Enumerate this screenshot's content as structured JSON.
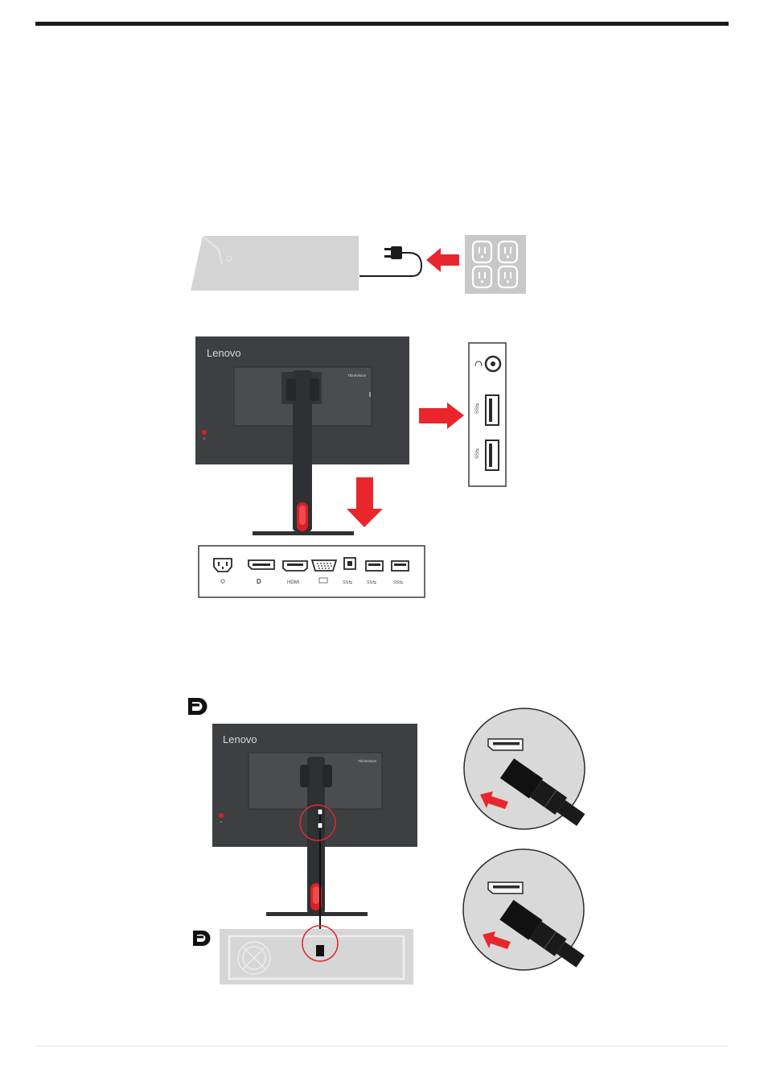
{
  "figure_power": {
    "outlet_grid": {
      "rows": 2,
      "cols": 2
    }
  },
  "figure_ports": {
    "brand_logo": "Lenovo",
    "sub_brand_logo": "ThinkVision",
    "port_labels": [
      "HDMI"
    ],
    "colors": {
      "arrow": "#e8262b",
      "cable_highlight": "#d8202a",
      "monitor": "#3d3f42"
    }
  },
  "figure_displayport": {
    "brand_logo": "Lenovo",
    "sub_brand_logo": "ThinkVision",
    "colors": {
      "circle": "#e02b2b",
      "arrow": "#e8262b"
    }
  }
}
